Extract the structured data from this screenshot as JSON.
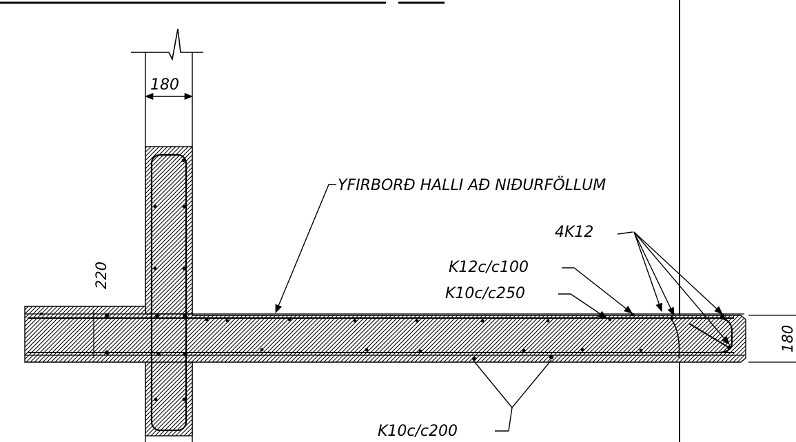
{
  "labels": {
    "wall_width": "180",
    "slab_thickness_left": "220",
    "slab_thickness_right": "180",
    "surface_note": "YFIRBORÐ HALLI AÐ NIÐURFÖLLUM",
    "edge_bars": "4K12",
    "top_bars": "K12c/c100",
    "dist_bars": "K10c/c250",
    "bottom_bars": "K10c/c200"
  },
  "colors": {
    "line": "#000000",
    "background": "#ffffff"
  }
}
